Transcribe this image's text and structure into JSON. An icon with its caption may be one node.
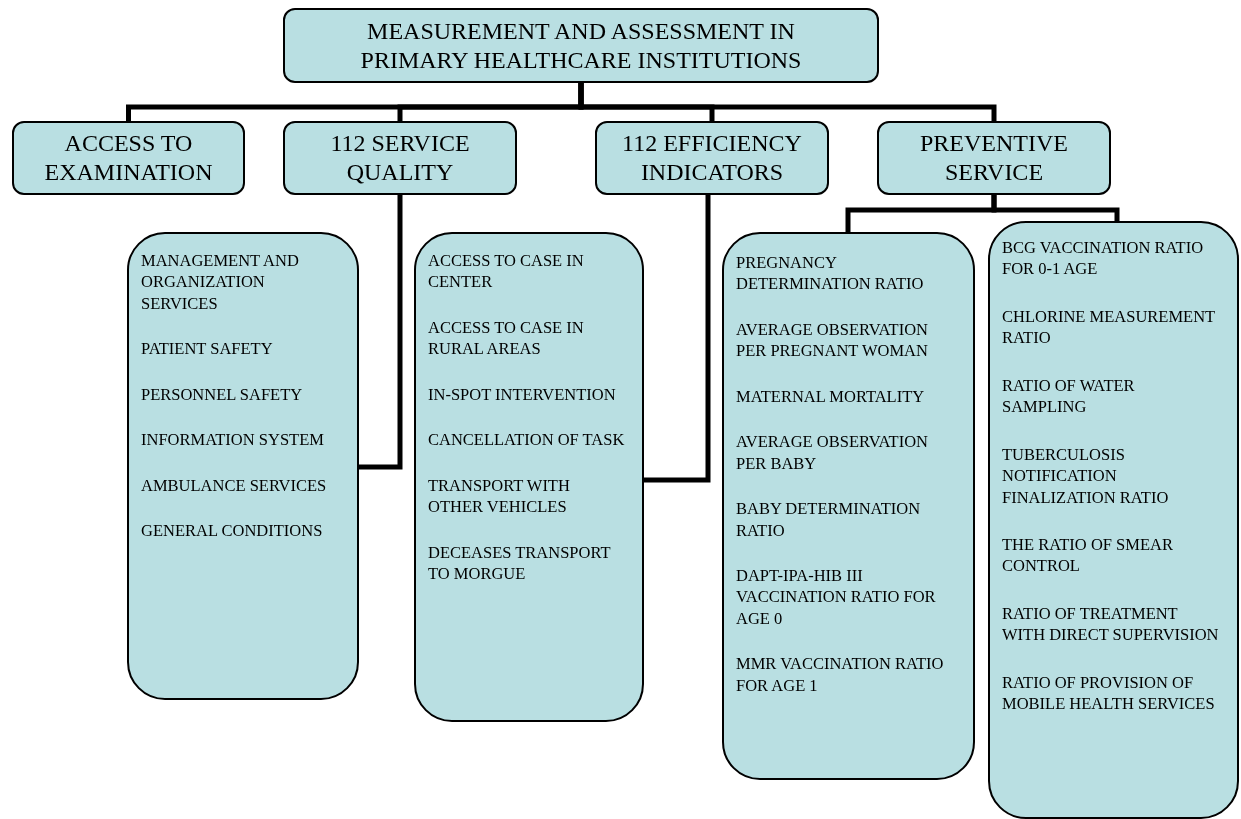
{
  "diagram": {
    "nodes": [
      {
        "text": [
          "MEASUREMENT AND ASSESSMENT IN PRIMARY HEALTHCARE INSTITUTIONS"
        ]
      },
      {
        "text": [
          "ACCESS TO EXAMINATION"
        ]
      },
      {
        "text": [
          "112 SERVICE QUALITY"
        ]
      },
      {
        "text": [
          "112 EFFICIENCY INDICATORS"
        ]
      },
      {
        "text": [
          "PREVENTIVE SERVICE"
        ]
      },
      {
        "text": [
          "MANAGEMENT AND ORGANIZATION SERVICES",
          "PATIENT SAFETY",
          "PERSONNEL SAFETY",
          "INFORMATION SYSTEM",
          "AMBULANCE SERVICES",
          "GENERAL CONDITIONS"
        ]
      },
      {
        "text": [
          "ACCESS TO CASE IN CENTER",
          "ACCESS TO CASE IN RURAL AREAS",
          "IN-SPOT INTERVENTION",
          "CANCELLATION OF TASK",
          "TRANSPORT WITH OTHER VEHICLES",
          "DECEASES TRANSPORT TO MORGUE"
        ]
      },
      {
        "text": [
          "PREGNANCY DETERMINATION RATIO",
          "AVERAGE OBSERVATION PER PREGNANT WOMAN",
          "MATERNAL MORTALITY",
          "AVERAGE OBSERVATION PER BABY",
          "BABY DETERMINATION RATIO",
          "DAPT-IPA-HIB III VACCINATION RATIO FOR AGE 0",
          "MMR VACCINATION RATIO FOR AGE 1"
        ]
      },
      {
        "text": [
          "BCG VACCINATION RATIO FOR 0-1 AGE",
          "CHLORINE MEASUREMENT RATIO",
          "RATIO OF WATER SAMPLING",
          "TUBERCULOSIS NOTIFICATION FINALIZATION RATIO",
          "THE RATIO OF SMEAR CONTROL",
          "RATIO OF TREATMENT WITH DIRECT SUPERVISION",
          "RATIO OF PROVISION OF MOBILE HEALTH SERVICES"
        ]
      }
    ],
    "edges": [
      {
        "from": 0,
        "to": 1,
        "arrow": "none"
      },
      {
        "from": 0,
        "to": 2,
        "arrow": "none"
      },
      {
        "from": 0,
        "to": 3,
        "arrow": "none"
      },
      {
        "from": 0,
        "to": 4,
        "arrow": "none"
      },
      {
        "from": 2,
        "to": 5,
        "arrow": "none"
      },
      {
        "from": 3,
        "to": 6,
        "arrow": "none"
      },
      {
        "from": 4,
        "to": 7,
        "arrow": "none"
      },
      {
        "from": 4,
        "to": 8,
        "arrow": "none"
      }
    ]
  }
}
